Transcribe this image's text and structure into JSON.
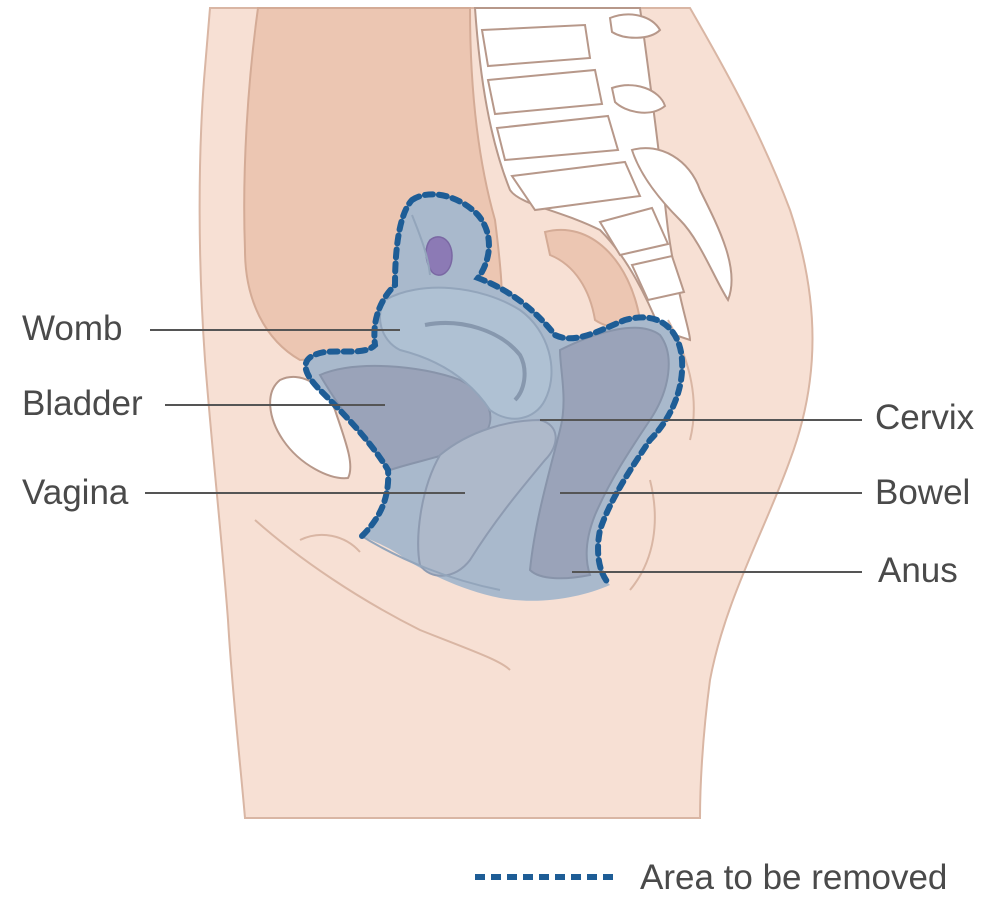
{
  "labels": {
    "womb": "Womb",
    "bladder": "Bladder",
    "vagina": "Vagina",
    "cervix": "Cervix",
    "bowel": "Bowel",
    "anus": "Anus"
  },
  "legend": {
    "text": "Area to be removed"
  },
  "colors": {
    "skin": "#f7e0d4",
    "skin_outline": "#d9b6a4",
    "abdomen": "#ecc6b2",
    "bone": "#ffffff",
    "bone_outline": "#b7988a",
    "organ": "#a9b9cc",
    "organ_dark": "#9aa3b9",
    "removal_outline": "#1e5d96",
    "ovary": "#8c7ab5",
    "leader_line": "#555555",
    "label_text": "#4a4a4a"
  }
}
